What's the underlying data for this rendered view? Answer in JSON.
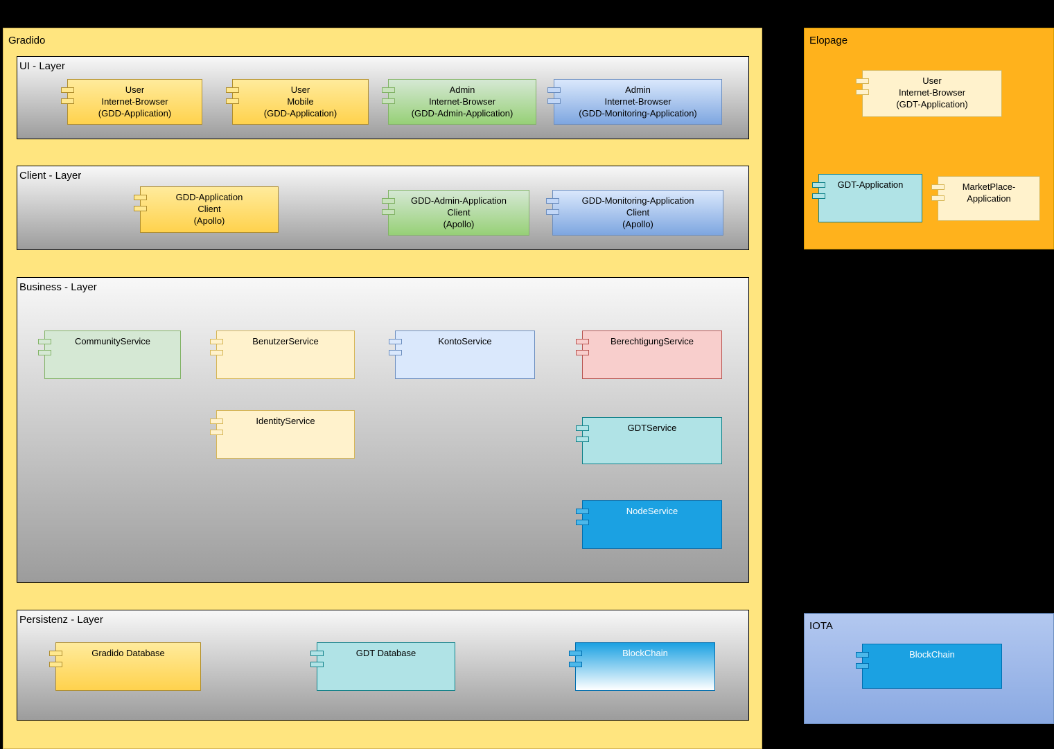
{
  "page": {
    "background": "#000000"
  },
  "diagram": {
    "gradido": {
      "title": "Gradido",
      "ui_layer": {
        "title": "UI - Layer",
        "components": [
          {
            "label": "User\nInternet-Browser\n(GDD-Application)"
          },
          {
            "label": "User\nMobile\n(GDD-Application)"
          },
          {
            "label": "Admin\nInternet-Browser\n(GDD-Admin-Application)"
          },
          {
            "label": "Admin\nInternet-Browser\n(GDD-Monitoring-Application)"
          }
        ]
      },
      "client_layer": {
        "title": "Client - Layer",
        "components": [
          {
            "label": "GDD-Application\nClient\n(Apollo)"
          },
          {
            "label": "GDD-Admin-Application\nClient\n(Apollo)"
          },
          {
            "label": "GDD-Monitoring-Application\nClient\n(Apollo)"
          }
        ]
      },
      "business_layer": {
        "title": "Business - Layer",
        "components": [
          {
            "label": "CommunityService"
          },
          {
            "label": "BenutzerService"
          },
          {
            "label": "KontoService"
          },
          {
            "label": "BerechtigungService"
          },
          {
            "label": "IdentityService"
          },
          {
            "label": "GDTService"
          },
          {
            "label": "NodeService"
          }
        ]
      },
      "persistenz_layer": {
        "title": "Persistenz - Layer",
        "components": [
          {
            "label": "Gradido Database"
          },
          {
            "label": "GDT Database"
          },
          {
            "label": "BlockChain"
          }
        ]
      }
    },
    "elopage": {
      "title": "Elopage",
      "components": [
        {
          "label": "User\nInternet-Browser\n(GDT-Application)"
        },
        {
          "label": "GDT-Application"
        },
        {
          "label": "MarketPlace-\nApplication"
        }
      ]
    },
    "iota": {
      "title": "IOTA",
      "components": [
        {
          "label": "BlockChain"
        }
      ]
    }
  },
  "palette": {
    "canvas_background": "#000000",
    "gradido_fill": "#ffe57f",
    "elopage_fill": "#ffb21c",
    "iota_fill_top": "#b3c8f0",
    "iota_fill_bottom": "#8aa9e2",
    "layer_fill_top": "#f8f8f8",
    "layer_fill_bottom": "#9c9c9c",
    "yellow_top": "#ffeb9c",
    "yellow_bottom": "#ffd24d",
    "yellow_border": "#b08e2e",
    "light_yellow": "#fff2cc",
    "light_yellow_border": "#d6b656",
    "green_top": "#d5e8d4",
    "green_bottom": "#97d077",
    "green_border": "#82b366",
    "blue_top": "#dae8fc",
    "blue_bottom": "#7ea6e0",
    "blue_border": "#6c8ebf",
    "pink": "#f8cecc",
    "pink_border": "#b85450",
    "teal": "#b0e3e6",
    "teal_border": "#0e8088",
    "solid_blue": "#1ba1e2",
    "solid_blue_border": "#006eaf"
  }
}
